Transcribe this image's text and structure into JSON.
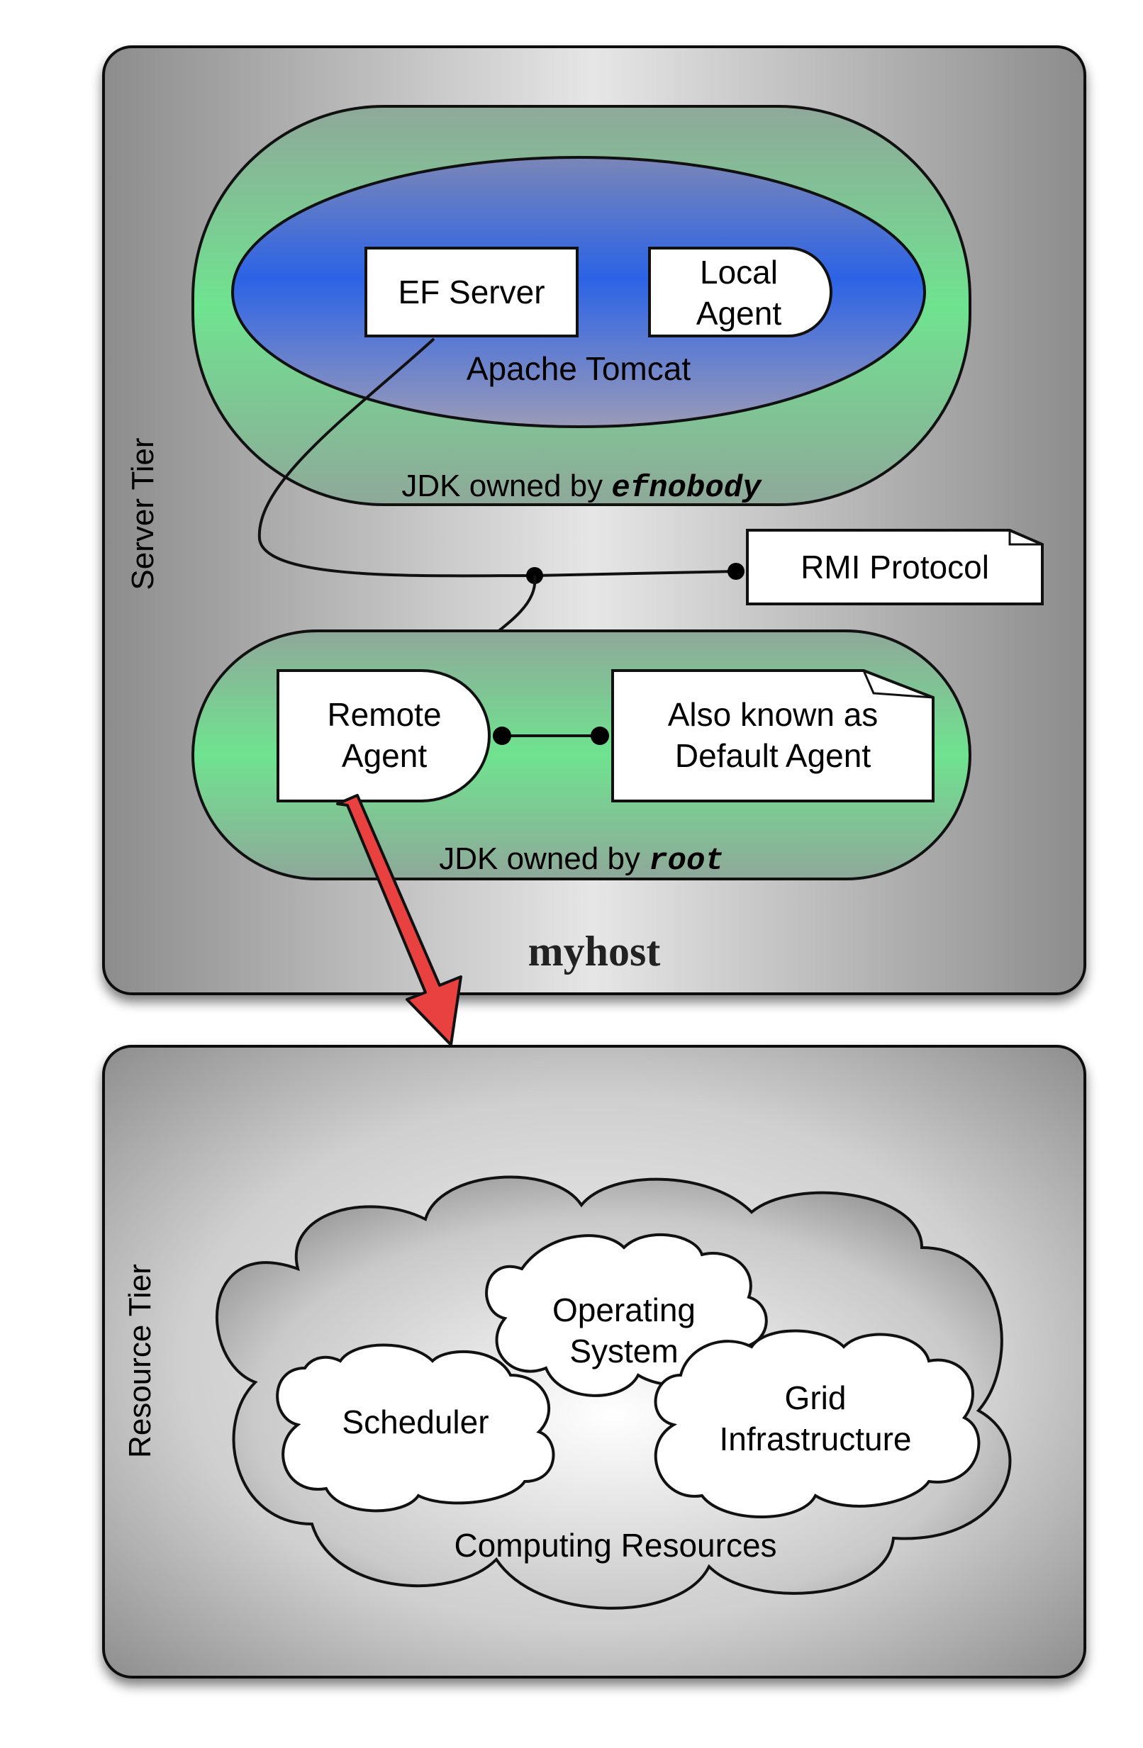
{
  "server_tier": {
    "label": "Server Tier",
    "host_label": "myhost",
    "jdk_top": {
      "prefix": "JDK owned by ",
      "owner": "efnobody"
    },
    "tomcat_label": "Apache Tomcat",
    "ef_server": "EF Server",
    "local_agent": {
      "line1": "Local",
      "line2": "Agent"
    },
    "rmi_protocol": "RMI Protocol",
    "jdk_bottom": {
      "prefix": "JDK owned by ",
      "owner": "root"
    },
    "remote_agent": {
      "line1": "Remote",
      "line2": "Agent"
    },
    "default_agent_note": {
      "line1": "Also known as",
      "line2": "Default Agent"
    }
  },
  "resource_tier": {
    "label": "Resource Tier",
    "computing_resources": "Computing Resources",
    "operating_system": {
      "line1": "Operating",
      "line2": "System"
    },
    "scheduler": "Scheduler",
    "grid_infrastructure": {
      "line1": "Grid",
      "line2": "Infrastructure"
    }
  },
  "colors": {
    "green": "#6fe38f",
    "blue": "#2c63e6",
    "red_arrow": "#e8413f"
  }
}
